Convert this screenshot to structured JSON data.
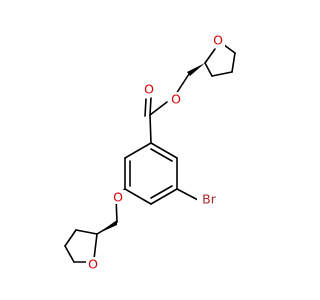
{
  "molecule": {
    "atoms": {
      "ring1_oxygen": "O",
      "ester_carbonyl_oxygen": "O",
      "ester_linking_oxygen": "O",
      "ether_oxygen": "O",
      "bromine": "Br",
      "ring2_oxygen": "O"
    },
    "colors": {
      "oxygen": "#d40000",
      "bromine": "#a52a2a",
      "bond": "#000000"
    }
  }
}
